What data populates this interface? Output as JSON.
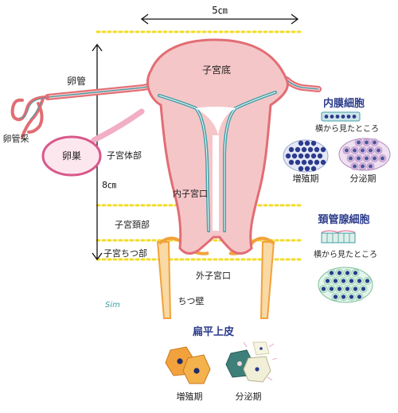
{
  "dimensions": {
    "width_label": "5㎝",
    "height_label": "8㎝"
  },
  "labels": {
    "fundus": "子宮底",
    "oviduct": "卵管",
    "fimbria": "卵管采",
    "ovary": "卵巣",
    "body": "子宮体部",
    "internal_os": "内子宮口",
    "isthmus": "子宮頚部",
    "portio": "子宮ちつ部",
    "external_os": "外子宮口",
    "vaginal_wall": "ちつ壁"
  },
  "endometrium": {
    "title": "内膜細胞",
    "side_view": "横から見たところ",
    "proliferative": "増殖期",
    "secretory": "分泌期"
  },
  "cervical": {
    "title": "頚管腺細胞",
    "side_view": "横から見たところ"
  },
  "squamous": {
    "title": "扁平上皮",
    "proliferative": "増殖期",
    "secretory": "分泌期"
  },
  "signature": "Sim",
  "colors": {
    "uterus_fill": "#f5c6c8",
    "uterus_outline": "#e26d74",
    "lining": "#3f9ea6",
    "guide_dots": "#f2dc2a",
    "vagina": "#f2a23c",
    "title_blue": "#2b3b8c",
    "ovary_outline": "#d9588a"
  }
}
